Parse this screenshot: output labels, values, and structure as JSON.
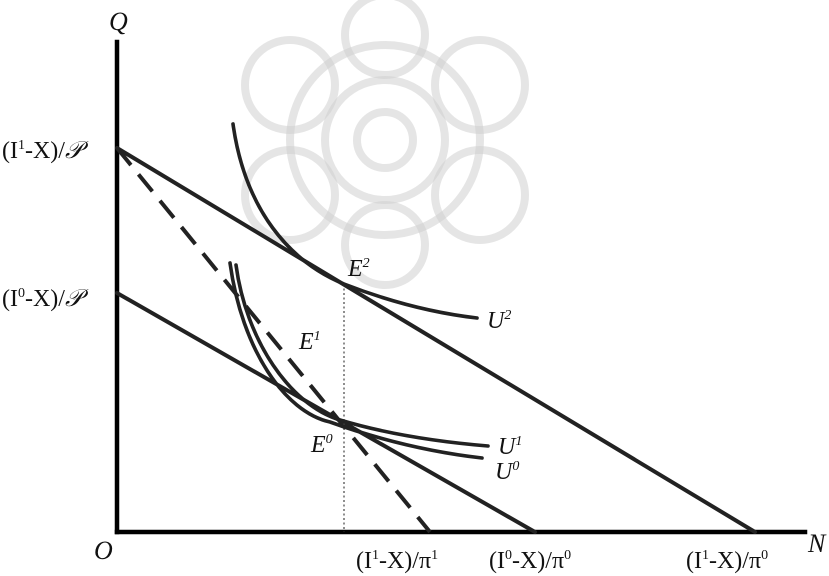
{
  "axes": {
    "y_label": "Q",
    "x_label": "N",
    "origin_label": "O"
  },
  "y_ticks": [
    {
      "id": "I1",
      "base": "(I",
      "sup": "1",
      "rest": "-X)/",
      "price": "𝒫"
    },
    {
      "id": "I0",
      "base": "(I",
      "sup": "0",
      "rest": "-X)/",
      "price": "𝒫"
    }
  ],
  "x_ticks": [
    {
      "id": "I1pi1",
      "base": "(I",
      "sup": "1",
      "rest": "-X)/π",
      "sup2": "1"
    },
    {
      "id": "I0pi0",
      "base": "(I",
      "sup": "0",
      "rest": "-X)/π",
      "sup2": "0"
    },
    {
      "id": "I1pi0",
      "base": "(I",
      "sup": "1",
      "rest": "-X)/π",
      "sup2": "0"
    }
  ],
  "points": [
    {
      "id": "E2",
      "base": "E",
      "sup": "2"
    },
    {
      "id": "E1",
      "base": "E",
      "sup": "1"
    },
    {
      "id": "E0",
      "base": "E",
      "sup": "0"
    }
  ],
  "curves": [
    {
      "id": "U2",
      "base": "U",
      "sup": "2"
    },
    {
      "id": "U1",
      "base": "U",
      "sup": "1"
    },
    {
      "id": "U0",
      "base": "U",
      "sup": "0"
    }
  ],
  "colors": {
    "lines": "#222222",
    "watermark": "#cfcfcf"
  }
}
